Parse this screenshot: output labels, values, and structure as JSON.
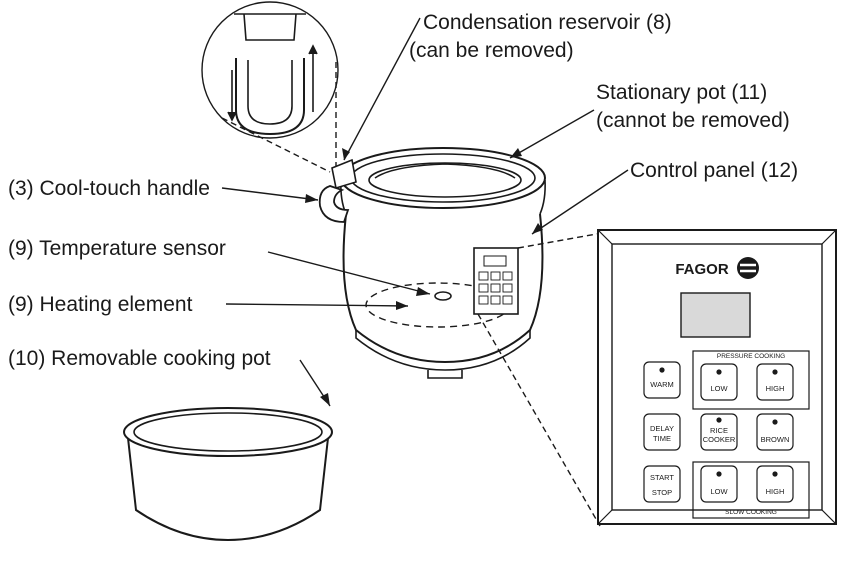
{
  "callouts": {
    "condensation_line1": "Condensation reservoir (8)",
    "condensation_line2": "(can be removed)",
    "stationary_line1": "Stationary pot (11)",
    "stationary_line2": "(cannot be removed)",
    "control_panel": "Control panel (12)",
    "handle": "(3) Cool-touch handle",
    "temperature_sensor": "(9) Temperature sensor",
    "heating_element": "(9) Heating element",
    "removable_pot": "(10) Removable cooking pot"
  },
  "panel": {
    "brand": "FAGOR",
    "pressure_group": "PRESSURE COOKING",
    "slow_group": "SLOW COOKING",
    "buttons": {
      "warm": "WARM",
      "pressure_low": "LOW",
      "pressure_high": "HIGH",
      "delay_line1": "DELAY",
      "delay_line2": "TIME",
      "rice_line1": "RICE",
      "rice_line2": "COOKER",
      "brown": "BROWN",
      "start_line1": "START",
      "start_line2": "STOP",
      "slow_low": "LOW",
      "slow_high": "HIGH"
    }
  },
  "colors": {
    "ink": "#1a1a1a",
    "display": "#d9d9d9",
    "panel_bg": "#ffffff"
  }
}
